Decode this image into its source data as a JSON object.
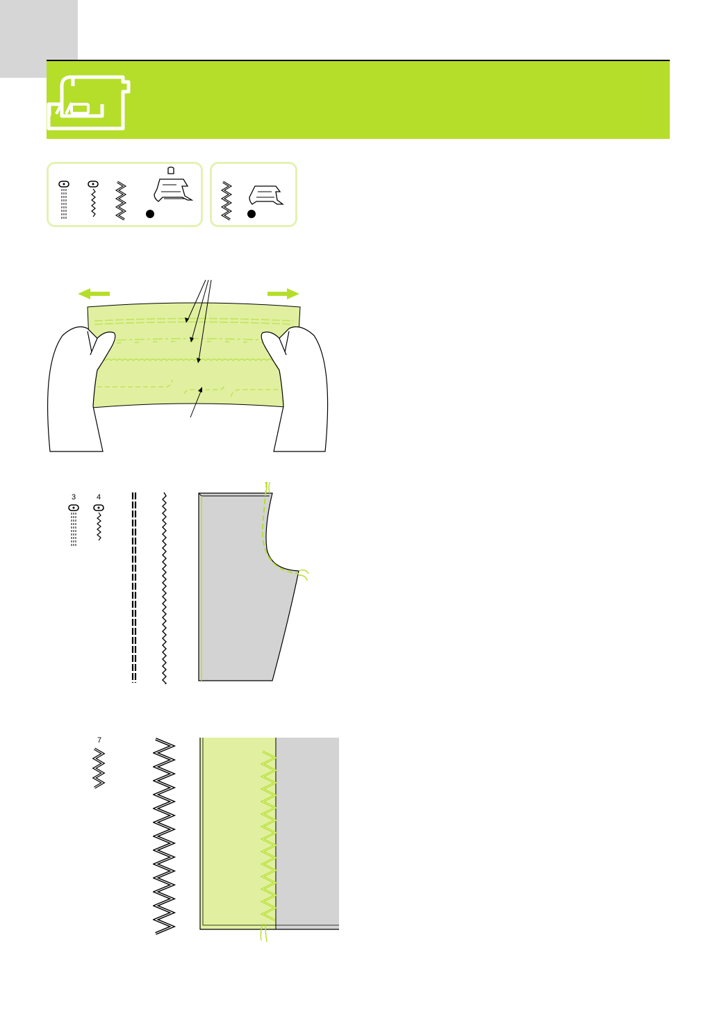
{
  "page": {
    "section_icon": "sewing-machine-icon",
    "colors": {
      "accent": "#b5de2a",
      "light_accent": "#e0f0a0",
      "panel_border": "#e3f2b3",
      "fabric_gray": "#d3d3d3",
      "tab_gray": "#d6d6d6"
    }
  },
  "stretch_fig": {
    "icons": [
      "arrow-left-icon",
      "arrow-right-icon",
      "hands-icon"
    ]
  },
  "stitch_fig": {
    "pattern_a": "3",
    "pattern_b": "4"
  },
  "overcast_fig": {
    "pattern": "7"
  }
}
